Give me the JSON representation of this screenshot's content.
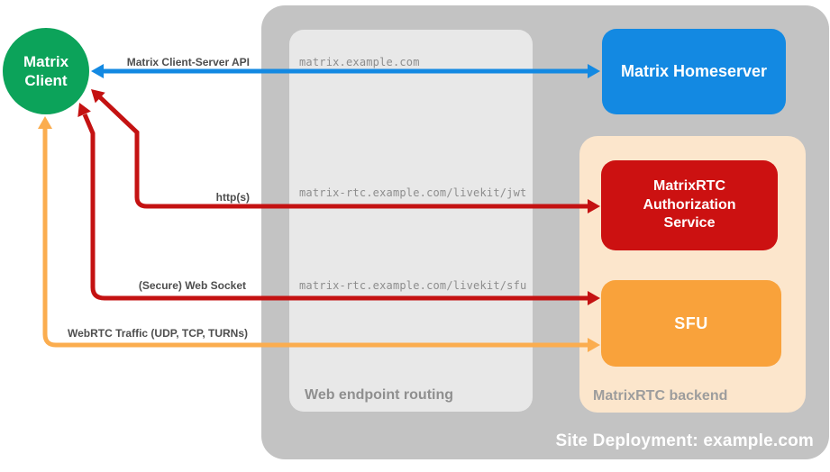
{
  "client": {
    "label": "Matrix Client"
  },
  "site": {
    "label": "Site Deployment: example.com",
    "routing": {
      "label": "Web endpoint routing"
    },
    "backend": {
      "label": "MatrixRTC backend",
      "auth_service": {
        "label": "MatrixRTC Authorization Service"
      },
      "sfu": {
        "label": "SFU"
      }
    },
    "homeserver": {
      "label": "Matrix Homeserver"
    }
  },
  "connections": [
    {
      "label": "Matrix Client-Server API",
      "endpoint": "matrix.example.com",
      "color": "#1389e2",
      "from": "Matrix Client",
      "to": "Matrix Homeserver",
      "bidirectional": true
    },
    {
      "label": "http(s)",
      "endpoint": "matrix-rtc.example.com/livekit/jwt",
      "color": "#c41212",
      "from": "Matrix Client",
      "to": "MatrixRTC Authorization Service",
      "bidirectional": true
    },
    {
      "label": "(Secure) Web Socket",
      "endpoint": "matrix-rtc.example.com/livekit/sfu",
      "color": "#c41212",
      "from": "Matrix Client",
      "to": "SFU",
      "bidirectional": true
    },
    {
      "label": "WebRTC Traffic (UDP, TCP, TURNs)",
      "color": "#fbad4f",
      "from": "Matrix Client",
      "to": "SFU",
      "bidirectional": true
    }
  ],
  "colors": {
    "client_green": "#0ca35a",
    "homeserver_blue": "#1389e2",
    "auth_red": "#cc1111",
    "sfu_orange": "#f9a23b",
    "backend_peach": "#fce6cc",
    "site_gray": "#c3c3c3",
    "routing_gray": "#e8e8e8",
    "label_dark": "#4e4e4e",
    "endpoint_gray": "#8d8d8d"
  }
}
